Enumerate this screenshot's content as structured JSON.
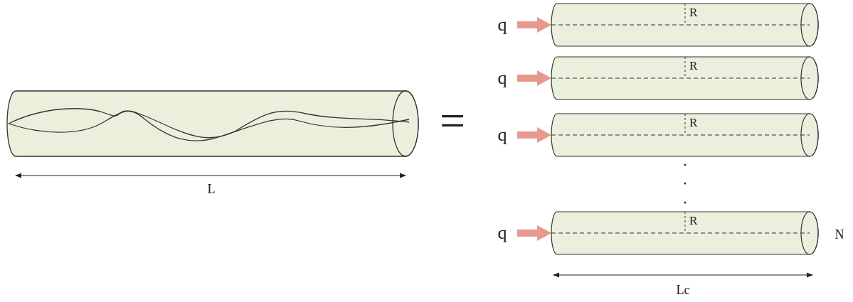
{
  "diagram": {
    "nodes": [
      {
        "text": [
          "R"
        ]
      },
      {
        "text": [
          "R"
        ]
      },
      {
        "text": [
          "R"
        ]
      },
      {
        "text": [
          "R"
        ]
      }
    ],
    "labels": [
      "L",
      "=",
      "q",
      "q",
      "q",
      "q",
      "N",
      "Lc"
    ]
  }
}
